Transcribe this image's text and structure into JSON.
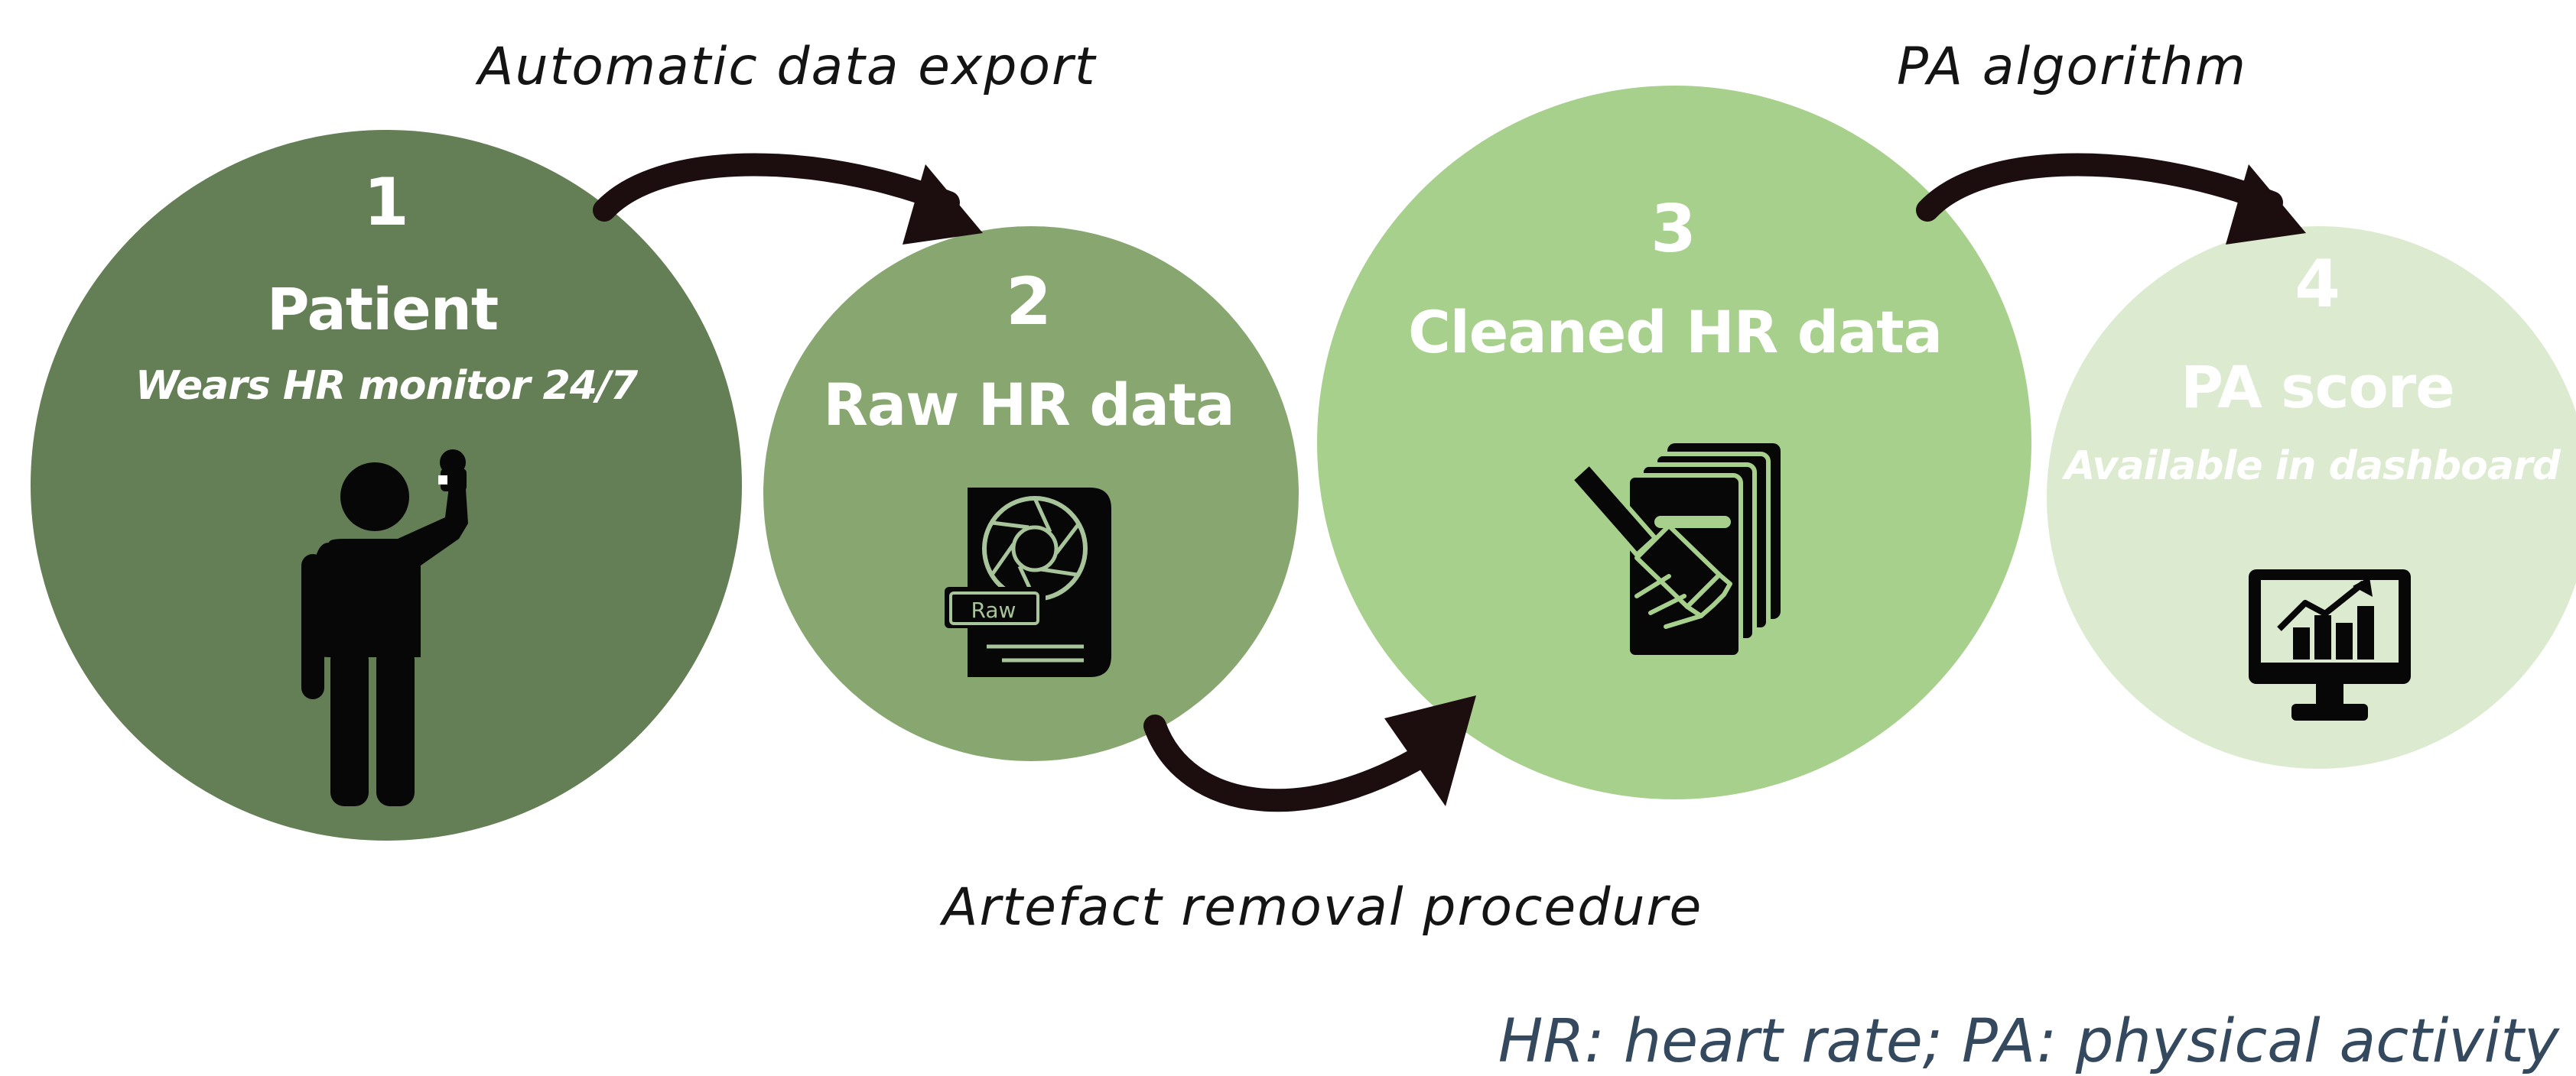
{
  "colors": {
    "step1": "#647e55",
    "step2": "#87a670",
    "step3": "#a8d08d",
    "step4": "#dcebd0",
    "arrow": "#1c0d0f",
    "icon": "#070707",
    "footnote": "#34495e"
  },
  "steps": [
    {
      "number": "1",
      "title": "Patient",
      "subtitle": "Wears HR monitor 24/7",
      "icon": "person-wearing-watch-icon"
    },
    {
      "number": "2",
      "title": "Raw HR data",
      "subtitle": "",
      "icon": "raw-file-icon",
      "icon_label": "Raw"
    },
    {
      "number": "3",
      "title": "Cleaned HR data",
      "subtitle": "",
      "icon": "cleaning-documents-icon"
    },
    {
      "number": "4",
      "title": "PA score",
      "subtitle": "Available in dashboard",
      "icon": "dashboard-monitor-chart-icon"
    }
  ],
  "transitions": [
    {
      "label": "Automatic data export"
    },
    {
      "label": "Artefact removal procedure"
    },
    {
      "label": "PA algorithm"
    }
  ],
  "footnote": "HR: heart rate; PA: physical activity"
}
